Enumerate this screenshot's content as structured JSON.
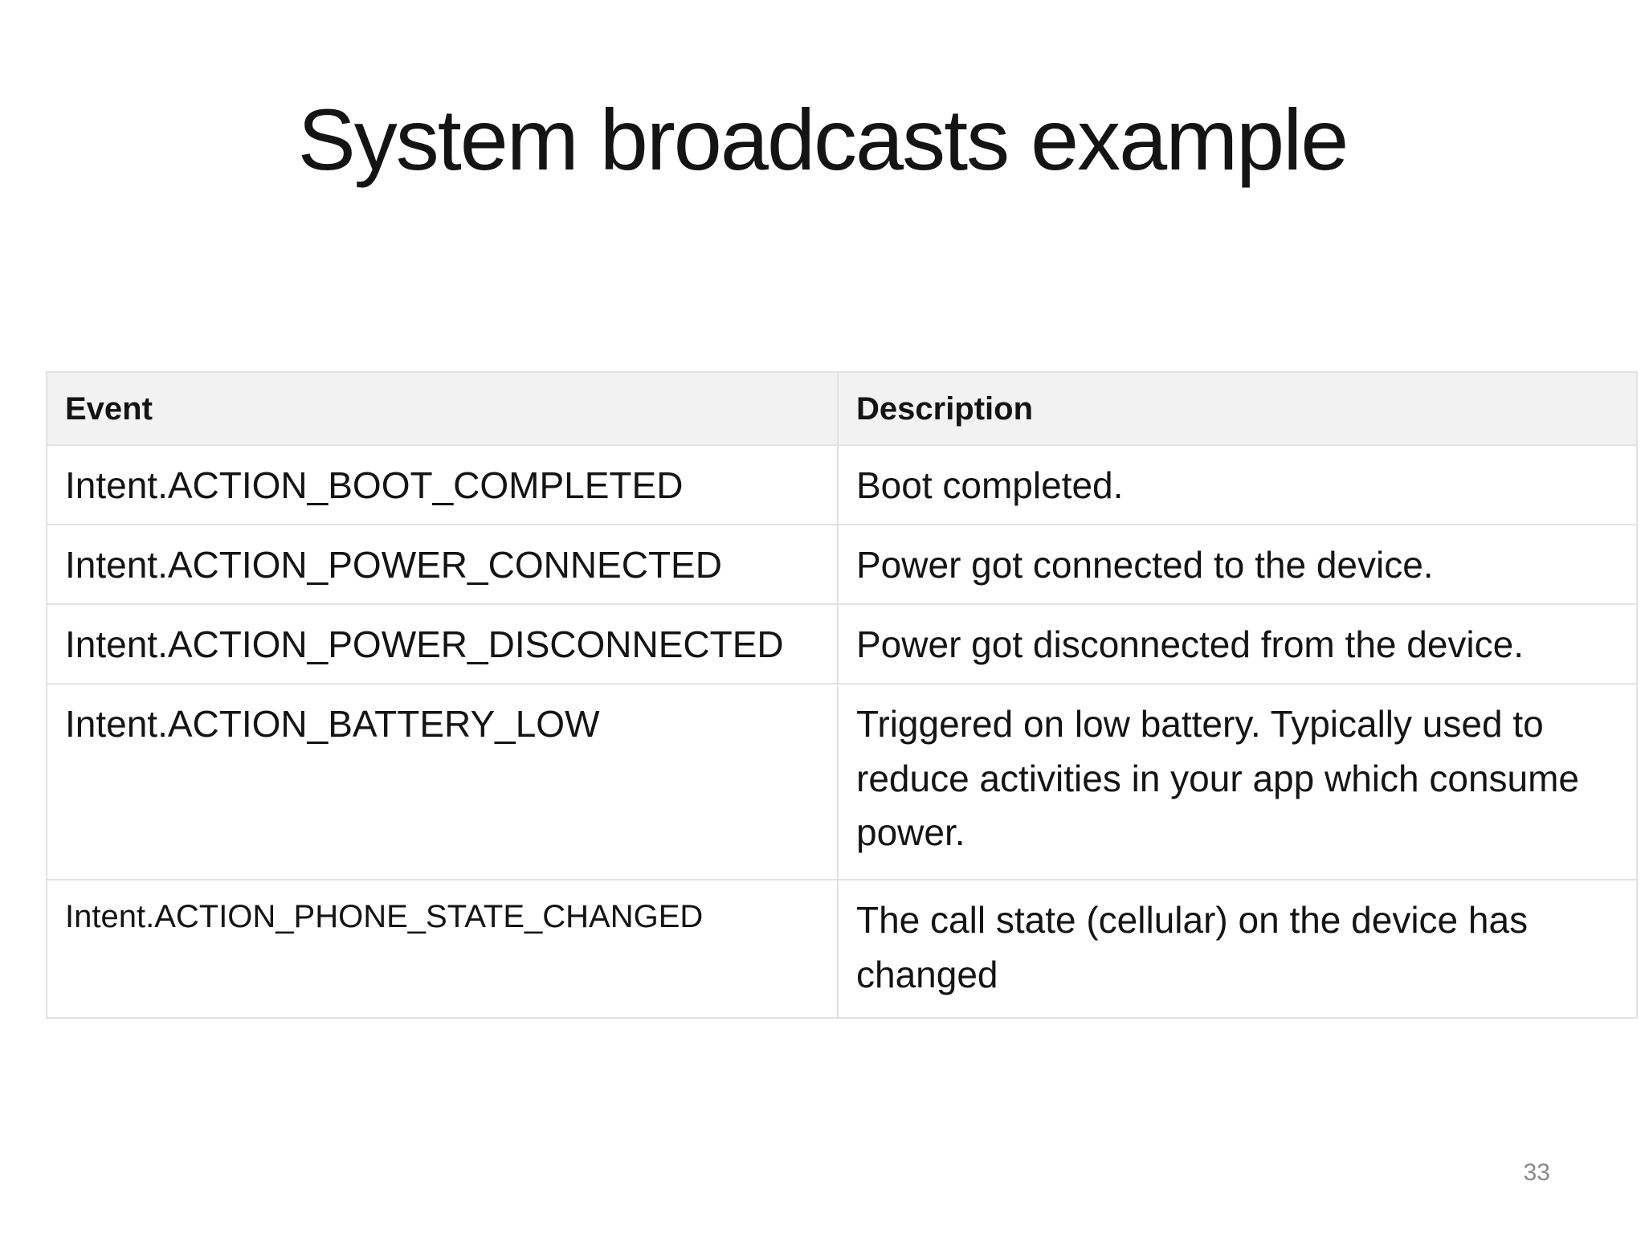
{
  "slide": {
    "title": "System broadcasts example",
    "page_number": "33"
  },
  "table": {
    "headers": [
      {
        "label": "Event"
      },
      {
        "label": "Description"
      }
    ],
    "rows": [
      {
        "event": "Intent.ACTION_BOOT_COMPLETED",
        "description": "Boot completed."
      },
      {
        "event": "Intent.ACTION_POWER_CONNECTED",
        "description": "Power got connected to the device."
      },
      {
        "event": "Intent.ACTION_POWER_DISCONNECTED",
        "description": "Power got disconnected from the device."
      },
      {
        "event": "Intent.ACTION_BATTERY_LOW",
        "description": "Triggered on low battery. Typically used to reduce activities in your app which consume power."
      },
      {
        "event": "Intent.ACTION_PHONE_STATE_CHANGED",
        "description": "The call state (cellular) on the device has changed"
      }
    ]
  },
  "colors": {
    "header_bg": "#f2f2f2",
    "border": "#e2e2e2",
    "text": "#141414",
    "page_number": "#898989"
  }
}
